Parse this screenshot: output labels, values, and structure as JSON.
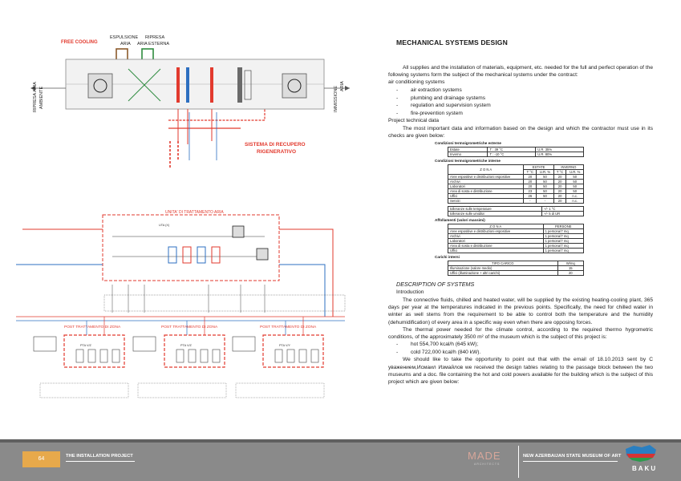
{
  "diagram": {
    "free_cooling": "FREE COOLING",
    "espulsione": "ESPULSIONE",
    "aria1": "ARIA",
    "ripresa": "RIPRESA",
    "aria_esterna": "ARIA ESTERNA",
    "ripresa_aria_ambiente_1": "RIPRESA ARIA",
    "ripresa_aria_ambiente_2": "AMBIENTE",
    "immissione_1": "IMMISSIONE",
    "immissione_2": "ARIA",
    "sistema_1": "SISTEMA DI RECUPERO",
    "sistema_2": "RIGENERATIVO",
    "unita_title": "UNITA' DI TRATTAMENTO ARIA",
    "uta_label": "UTA (X)",
    "post_1": "POST TRATTAMENTO DI ZONA",
    "post_2": "POST TRATTAMENTO DI ZONA",
    "post_3": "POST TRATTAMENTO DI ZONA",
    "pta_1": "PTA V/Z",
    "pta_2": "PTA V/Z",
    "pta_3": "PTA V/Y"
  },
  "main": {
    "heading": "MECHANICAL SYSTEMS DESIGN",
    "para1": "All supplies and the installation of materials, equipment, etc. needed for the full and perfect operation of the following systems form the subject of the mechanical systems under the contract:",
    "list_intro": "air conditioning systems",
    "bullets": [
      "air extraction systems",
      "plumbing and drainage systems",
      "regulation and supervision system",
      "fire-prevention system"
    ],
    "project_data": "Project technical data",
    "para2": "The most important data and information based on the design and which the contractor must use in its checks are given below:",
    "desc_title": "DESCRIPTION OF SYSTEMS",
    "intro_label": "Introduction",
    "para3": "The connective fluids, chilled and heated water, will be supplied by the existing heating-cooling plant, 365 days per year at the temperatures indicated in the previous points. Specifically, the need for chilled water in winter as well stems from the requirement to be able to control both the temperature and the humidity (dehumidification) of every area in a specific way even when there are opposing forces.",
    "para4": "The thermal power needed for the climate control, according to the required thermo hygrometric conditions, of the approximately 3500 m² of the museum which is the subject of this project is:",
    "power_bullets": [
      "hot 554,700 kcal/h (645 kW);",
      "cold 722,000 kcal/h (840 kW)."
    ],
    "para5": "We should like to take the opportunity to point out that with the email of 18.10.2013 sent by C уважением,Исмаил Измайлов we received the design tables relating to the passage block between the two museums and a doc. file containing the hot and cold powers available for the building which is the subject of this project which are given below:"
  },
  "tables": {
    "t1_title": "Condizioni termoigrometriche esterne",
    "t1_rows": [
      [
        "Estate",
        "T : 39 °C",
        "U.R. 35%"
      ],
      [
        "Inverno",
        "T : -10 °C",
        "U.R. 80%"
      ]
    ],
    "t2_title": "Condizioni termoigrometriche interne",
    "t2_head": [
      "Z O N A",
      "ESTATE",
      "INVERNO"
    ],
    "t2_sub": [
      "T °C",
      "U.R. %",
      "T °C",
      "U.R. %"
    ],
    "t2_rows": [
      [
        "Aree espositive e distribuzioni espositive",
        "20",
        "50",
        "20",
        "50"
      ],
      [
        "Archivi",
        "20",
        "50",
        "20",
        "50"
      ],
      [
        "Laboratori",
        "20",
        "50",
        "20",
        "50"
      ],
      [
        "Area di sosta e distribuzione",
        "23",
        "50",
        "20",
        "50"
      ],
      [
        "Uffici",
        "26",
        "50",
        "20",
        "n.c."
      ],
      [
        "Servizi",
        "-",
        "-",
        "20",
        "n.c."
      ]
    ],
    "t3_rows": [
      [
        "tolleranze sulle temperature",
        "+/- 1 °C"
      ],
      [
        "tolleranze sulle umidita'",
        "+/- 5 di UR"
      ]
    ],
    "t4_title": "Affollamenti (valori massimi)",
    "t4_head": [
      "Z O N A",
      "PERSONE"
    ],
    "t4_rows": [
      [
        "Aree espositive e distribuzioni espositive",
        "1 persona/7 mq"
      ],
      [
        "Archivi",
        "1 persona/7 mq"
      ],
      [
        "Laboratori",
        "1 persona/7 mq"
      ],
      [
        "Area di sosta e distribuzione",
        "1 persona/7 mq"
      ],
      [
        "Uffici",
        "1 persona/7 mq"
      ]
    ],
    "t5_title": "Carichi interni",
    "t5_head": [
      "TIPO CARICO",
      "W/mq"
    ],
    "t5_rows": [
      [
        "Illuminazione (valore medio)",
        "15"
      ],
      [
        "Uffici (illuminazione + altri carichi)",
        "20"
      ]
    ]
  },
  "footer": {
    "page_number": "64",
    "section": "THE INSTALLATION PROJECT",
    "brand": "MADE",
    "brand_sub": "ARCHITECTS",
    "museum": "NEW AZERBAIJAN STATE MUSEUM OF ART",
    "city": "BAKU"
  },
  "colors": {
    "accent_red": "#e23a2e",
    "pipe_blue": "#2c6fc0",
    "footer_gray": "#8a8a8a",
    "page_orange": "#e7a94b"
  }
}
